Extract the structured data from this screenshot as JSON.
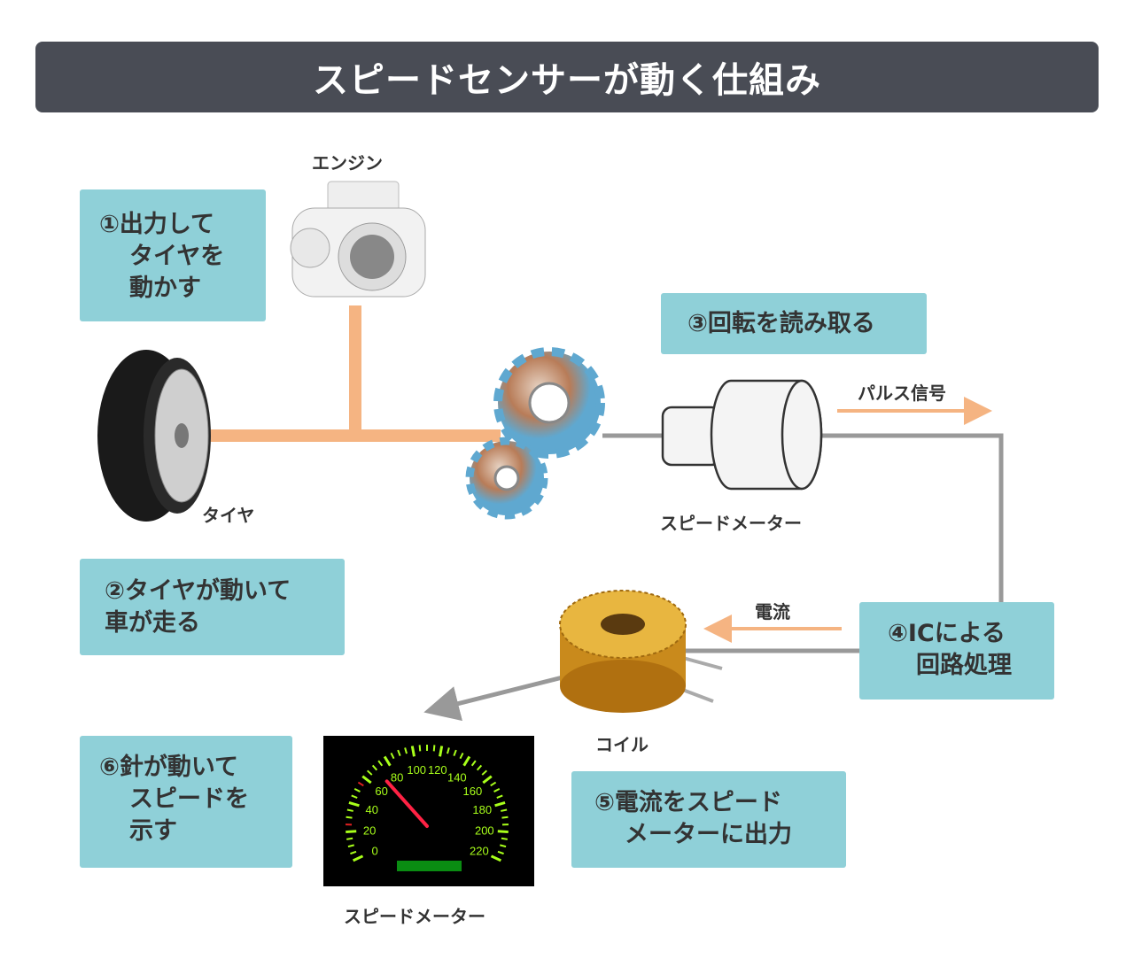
{
  "title": "スピードセンサーが動く仕組み",
  "labels": {
    "engine": "エンジン",
    "tire": "タイヤ",
    "speed_sensor": "スピードメーター",
    "pulse_signal": "パルス信号",
    "current": "電流",
    "coil": "コイル",
    "speedometer": "スピードメーター"
  },
  "steps": {
    "s1": [
      "①出力して",
      "タイヤを",
      "動かす"
    ],
    "s2": [
      "②タイヤが動いて",
      "車が走る"
    ],
    "s3": [
      "③回転を読み取る"
    ],
    "s4": [
      "④ICによる",
      "回路処理"
    ],
    "s5": [
      "⑤電流をスピード",
      "メーターに出力"
    ],
    "s6": [
      "⑥針が動いて",
      "スピードを",
      "示す"
    ]
  },
  "gauge": {
    "tick_labels": [
      "0",
      "20",
      "40",
      "60",
      "80",
      "100",
      "120",
      "140",
      "160",
      "180",
      "200",
      "220"
    ],
    "max": 220,
    "needle_value": 70
  },
  "colors": {
    "title_bg": "#494c55",
    "box": "#8fd0d8",
    "shaft": "#f5b482",
    "wire": "#999999",
    "gauge_green": "#a8ff1a",
    "needle": "#ff2244"
  }
}
